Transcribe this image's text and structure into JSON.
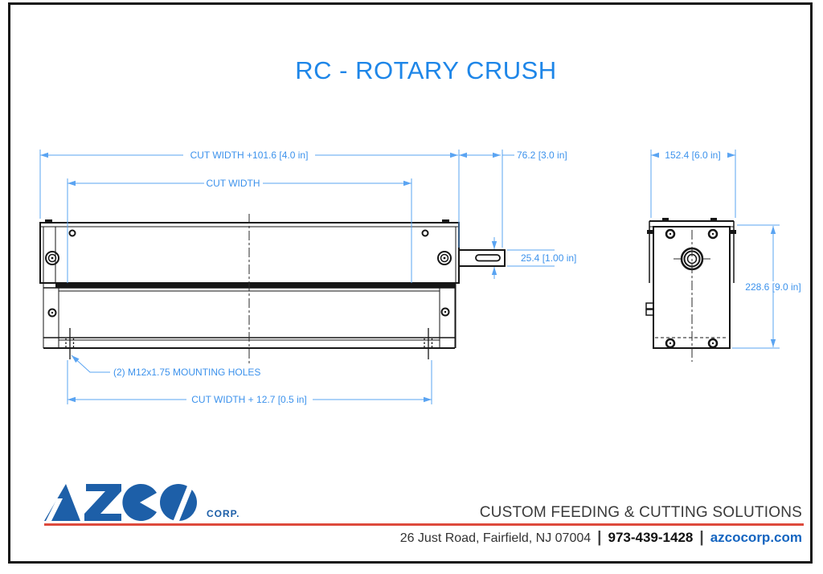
{
  "title": "RC - ROTARY CRUSH",
  "colors": {
    "dimension_blue": "#5aa4f2",
    "dimension_text_blue": "#3c92ec",
    "title_blue": "#1e86e8",
    "drawing_black": "#161616",
    "logo_blue": "#1d5fa8",
    "footer_red": "#dd4a3c",
    "website_blue": "#1565c0"
  },
  "dims": {
    "overall_width": "CUT WIDTH +101.6 [4.0 in]",
    "cut_width": "CUT WIDTH",
    "shaft_length": "76.2 [3.0 in]",
    "side_width": "152.4 [6.0 in]",
    "shaft_diameter": "25.4 [1.00 in]",
    "side_height": "228.6 [9.0 in]",
    "mounting_width": "CUT WIDTH + 12.7 [0.5 in]",
    "mounting_note": "(2) M12x1.75 MOUNTING HOLES"
  },
  "footer": {
    "logo_text": "AZCO",
    "logo_suffix": "CORP.",
    "tagline": "CUSTOM FEEDING & CUTTING SOLUTIONS",
    "address": "26 Just Road, Fairfield, NJ 07004",
    "phone": "973-439-1428",
    "website": "azcocorp.com",
    "separator": "|"
  }
}
